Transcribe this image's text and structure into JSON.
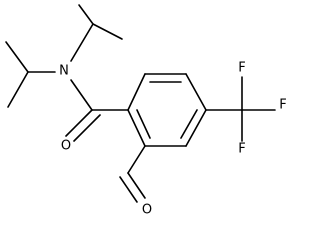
{
  "atoms": {
    "nitrogen": "N",
    "carbonyl_oxygen": "O",
    "aldehyde_oxygen": "O",
    "fluorine_top": "F",
    "fluorine_right": "F",
    "fluorine_bottom": "F"
  },
  "colors": {
    "bond": "#000000",
    "label": "#000000",
    "background": "#ffffff"
  }
}
